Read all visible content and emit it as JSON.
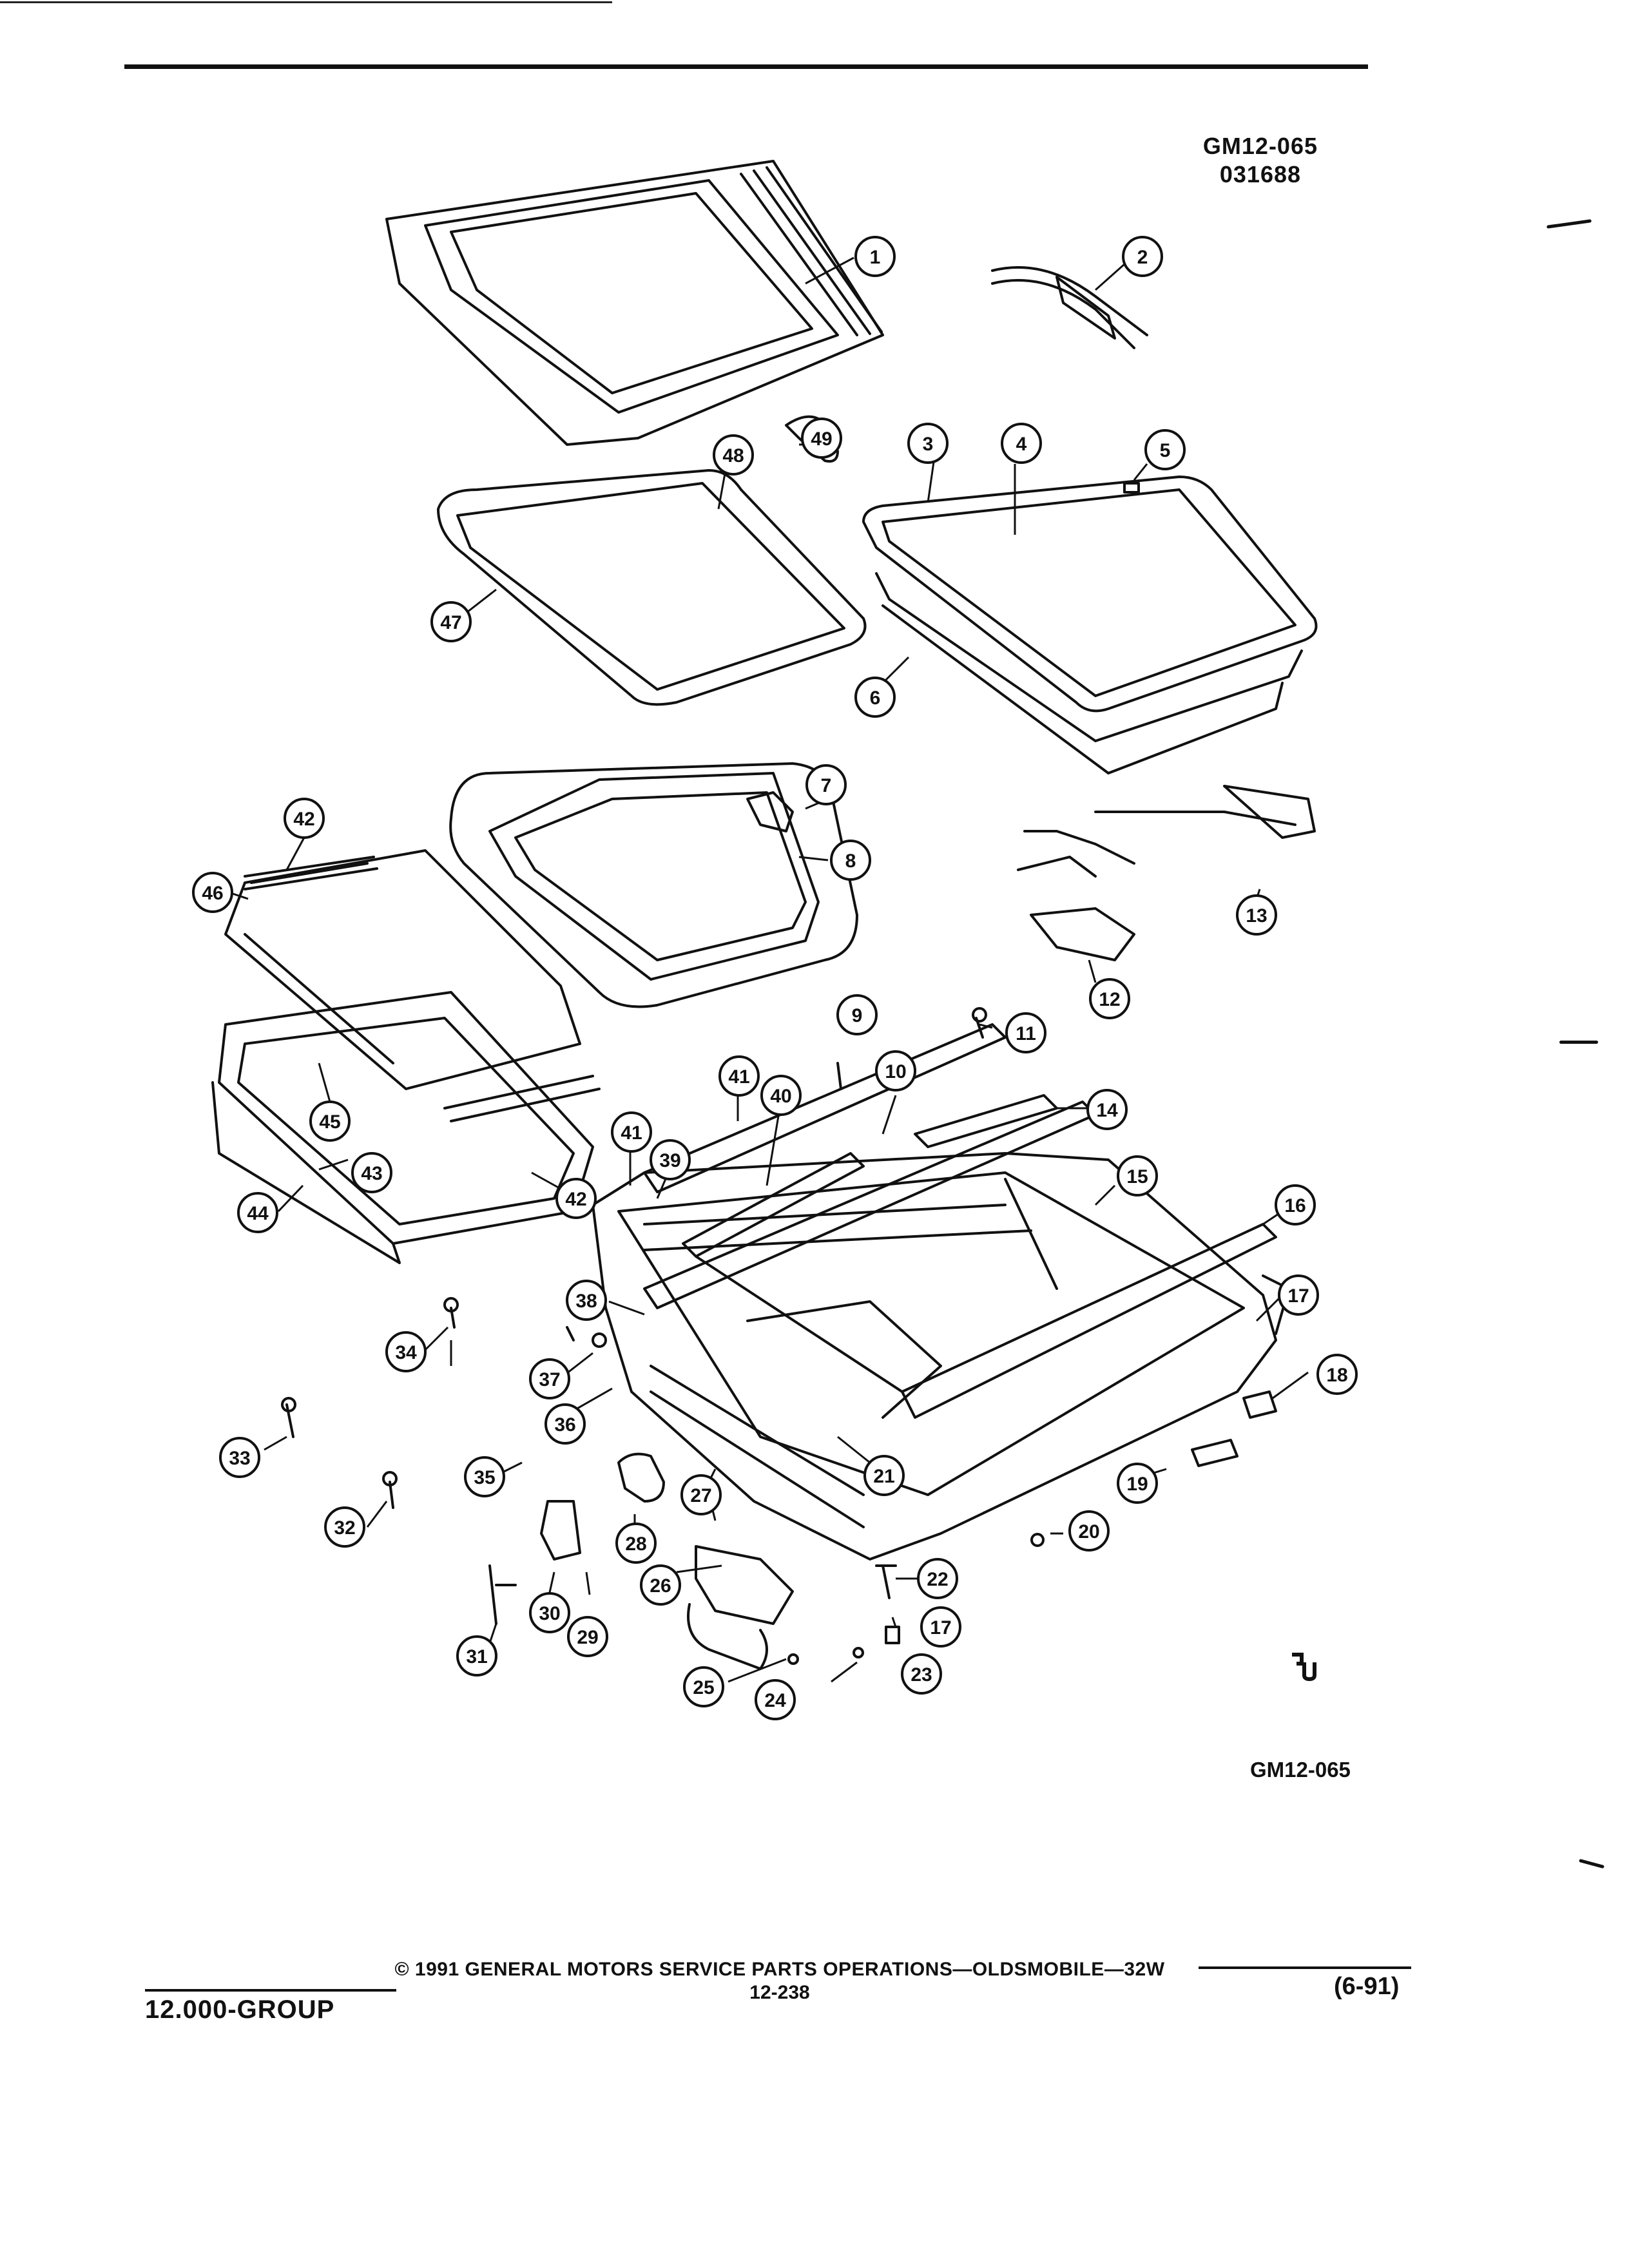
{
  "document": {
    "code_top": "GM12-065",
    "code_sub": "031688",
    "code_bottom": "GM12-065",
    "footer_group": "12.000-GROUP",
    "footer_copyright": "© 1991 GENERAL MOTORS SERVICE PARTS OPERATIONS—OLDSMOBILE—32W",
    "footer_page": "12-238",
    "footer_date": "(6-91)"
  },
  "callouts": [
    {
      "n": "1"
    },
    {
      "n": "2"
    },
    {
      "n": "3"
    },
    {
      "n": "4"
    },
    {
      "n": "5"
    },
    {
      "n": "6"
    },
    {
      "n": "7"
    },
    {
      "n": "8"
    },
    {
      "n": "9"
    },
    {
      "n": "10"
    },
    {
      "n": "11"
    },
    {
      "n": "12"
    },
    {
      "n": "13"
    },
    {
      "n": "14"
    },
    {
      "n": "15"
    },
    {
      "n": "16"
    },
    {
      "n": "17"
    },
    {
      "n": "18"
    },
    {
      "n": "19"
    },
    {
      "n": "20"
    },
    {
      "n": "21"
    },
    {
      "n": "22"
    },
    {
      "n": "17"
    },
    {
      "n": "23"
    },
    {
      "n": "24"
    },
    {
      "n": "25"
    },
    {
      "n": "26"
    },
    {
      "n": "27"
    },
    {
      "n": "28"
    },
    {
      "n": "29"
    },
    {
      "n": "30"
    },
    {
      "n": "31"
    },
    {
      "n": "32"
    },
    {
      "n": "33"
    },
    {
      "n": "34"
    },
    {
      "n": "35"
    },
    {
      "n": "36"
    },
    {
      "n": "37"
    },
    {
      "n": "38"
    },
    {
      "n": "39"
    },
    {
      "n": "40"
    },
    {
      "n": "41"
    },
    {
      "n": "41"
    },
    {
      "n": "42"
    },
    {
      "n": "42"
    },
    {
      "n": "43"
    },
    {
      "n": "44"
    },
    {
      "n": "45"
    },
    {
      "n": "46"
    },
    {
      "n": "47"
    },
    {
      "n": "48"
    },
    {
      "n": "49"
    }
  ],
  "colors": {
    "ink": "#111111",
    "paper": "#ffffff"
  }
}
